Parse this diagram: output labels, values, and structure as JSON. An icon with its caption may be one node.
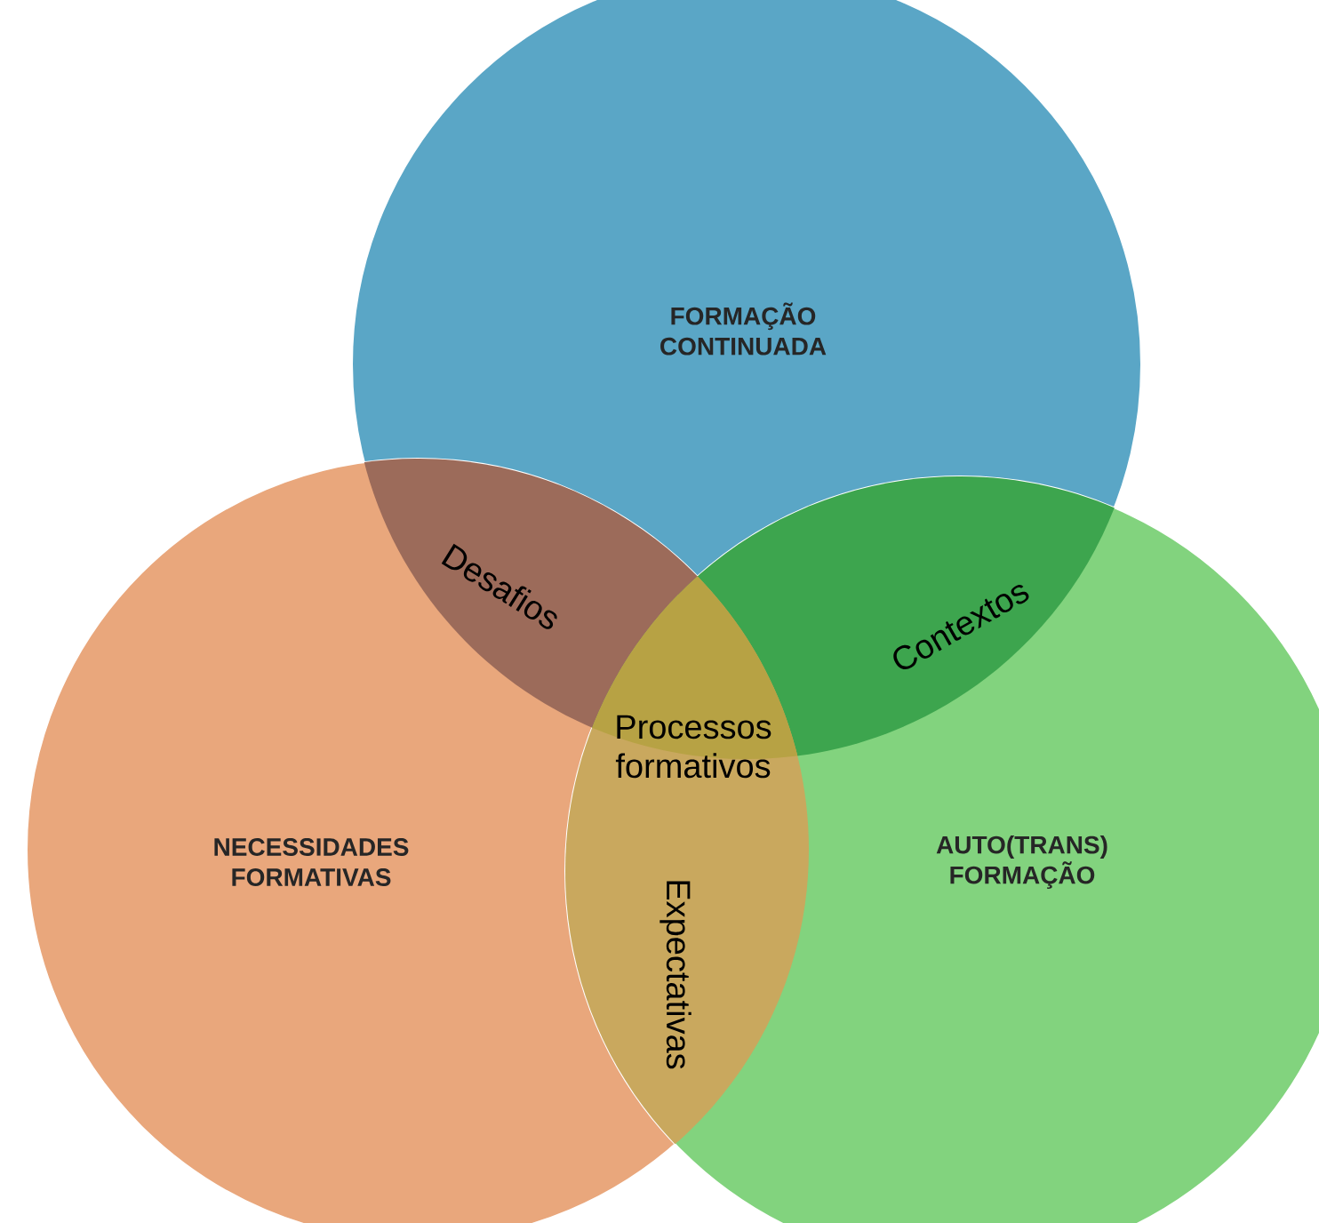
{
  "diagram": {
    "nodes": [
      {
        "text": [
          "FORMAÇÃO CONTINUADA"
        ]
      },
      {
        "text": [
          "NECESSIDADES FORMATIVAS"
        ]
      },
      {
        "text": [
          "AUTO(TRANS) FORMAÇÃO"
        ]
      }
    ],
    "edges": [],
    "labels": [
      "Desafios",
      "Contextos",
      "Processos formativos",
      "Expectativas"
    ]
  }
}
